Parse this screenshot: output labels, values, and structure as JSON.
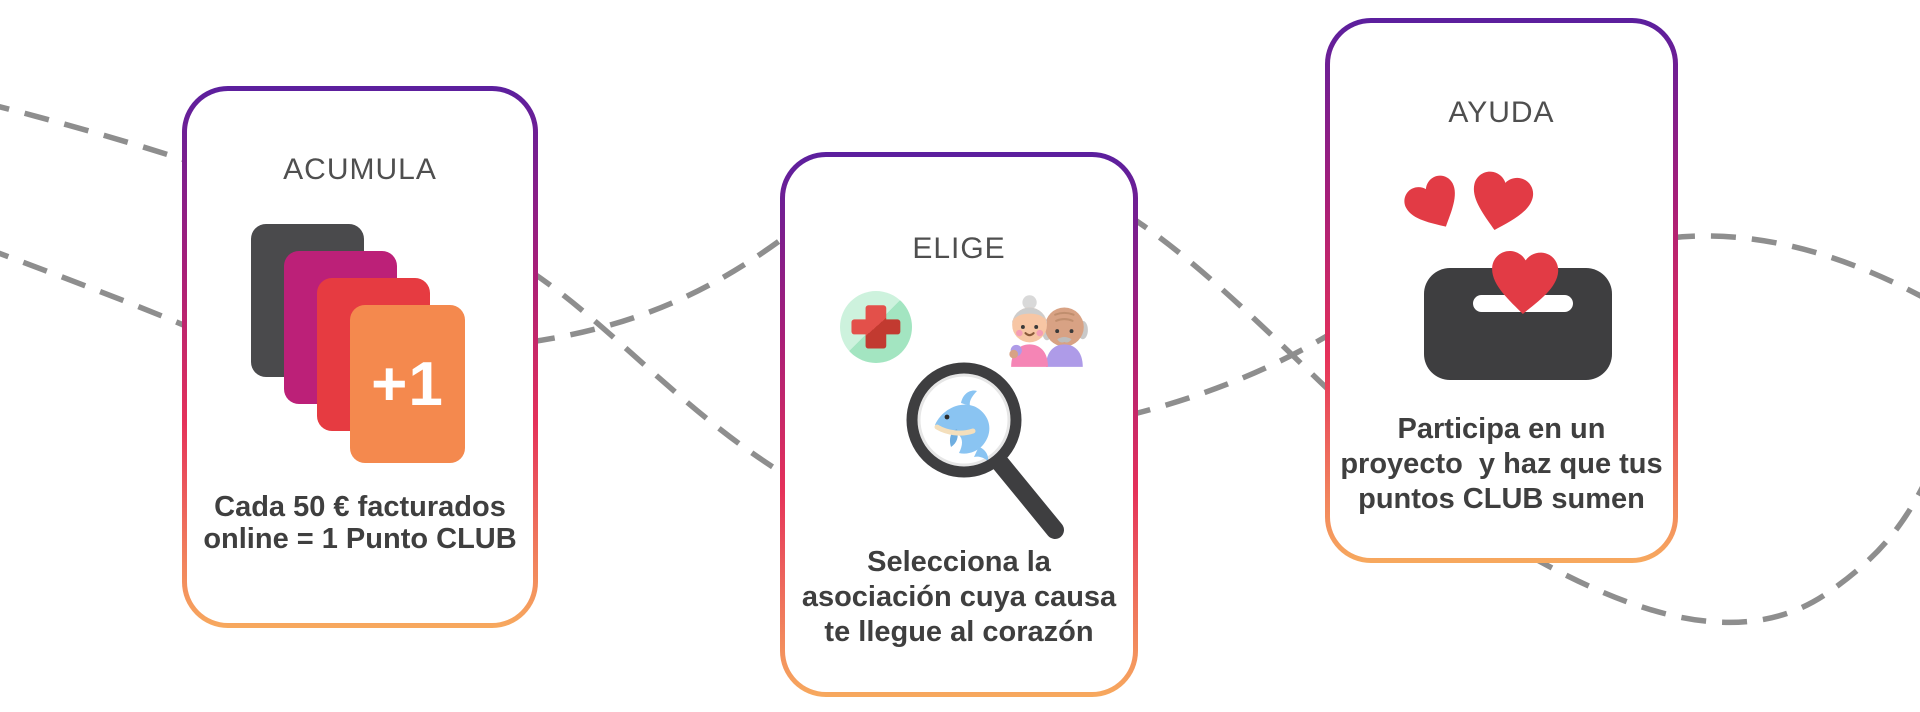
{
  "background_color": "#ffffff",
  "connector": {
    "style": "dashed-wave",
    "color": "#8e8e8e"
  },
  "card_border_gradient": [
    "#5b1f9e",
    "#a81e78",
    "#e5315a",
    "#f7a95e"
  ],
  "cards": [
    {
      "id": "acumula",
      "title": "ACUMULA",
      "icon": "loyalty-cards-stack-icon",
      "stack_badge": "+1",
      "stack_colors": [
        "#4a4a4c",
        "#bc2078",
        "#e63b41",
        "#f4894e"
      ],
      "lines": [
        "Cada 50 € facturados",
        "online = 1 Punto CLUB"
      ]
    },
    {
      "id": "elige",
      "title": "ELIGE",
      "icons": [
        "medical-cross-icon",
        "elderly-couple-icon",
        "magnifier-dolphin-icon"
      ],
      "lines": [
        "Selecciona la",
        "asociación cuya causa",
        "te llegue al corazón"
      ]
    },
    {
      "id": "ayuda",
      "title": "AYUDA",
      "icon": "hearts-donation-box-icon",
      "heart_color": "#e23b45",
      "box_color": "#3e3e40",
      "lines": [
        "Participa en un",
        "proyecto  y haz que tus",
        "puntos CLUB sumen"
      ]
    }
  ]
}
